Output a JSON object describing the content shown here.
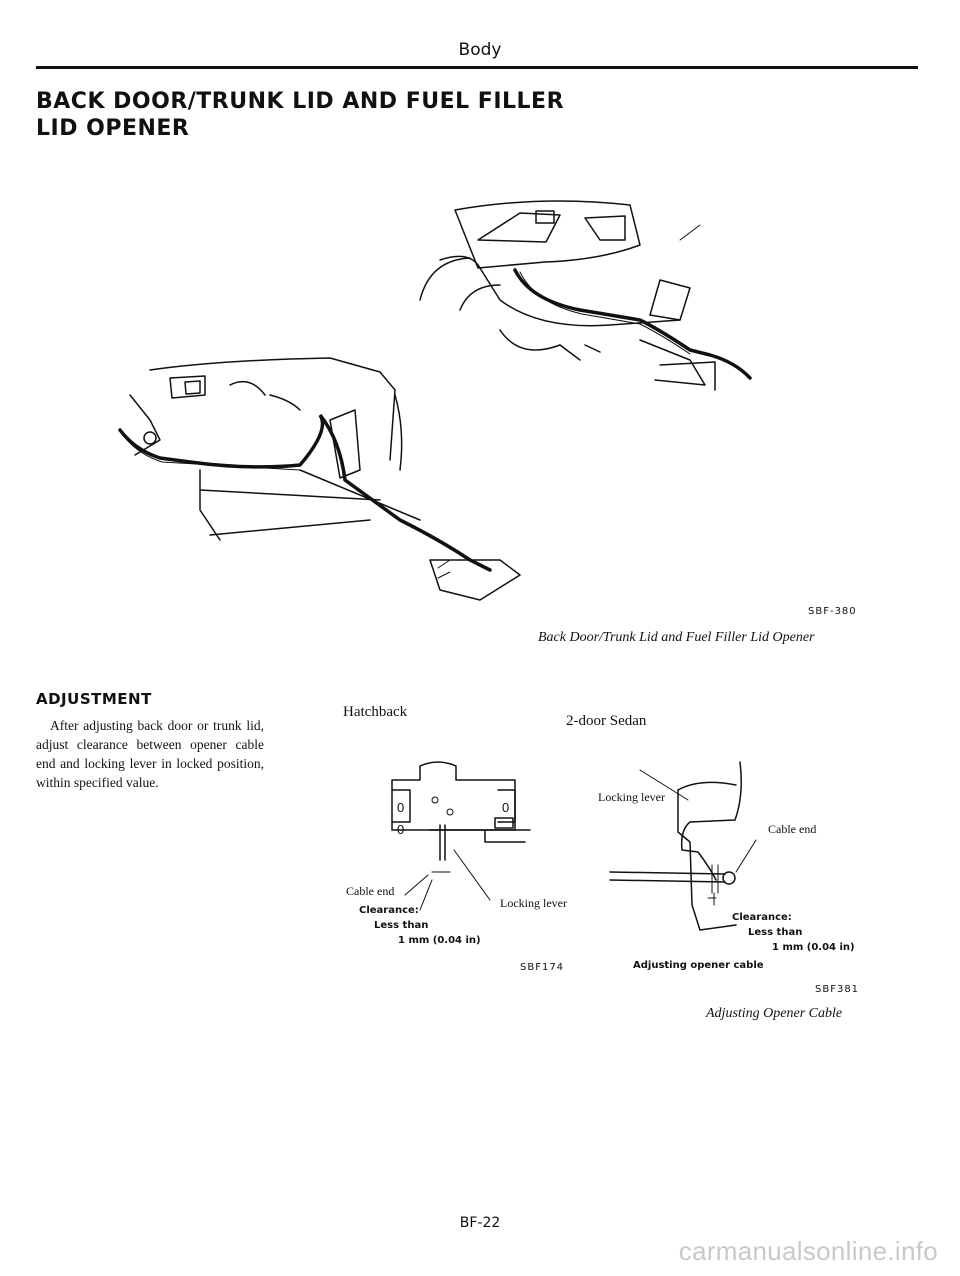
{
  "header": {
    "section": "Body"
  },
  "main": {
    "title_line1": "BACK DOOR/TRUNK LID AND FUEL FILLER",
    "title_line2": "LID OPENER"
  },
  "figure1": {
    "code": "SBF-380",
    "caption": "Back Door/Trunk Lid and Fuel Filler Lid Opener"
  },
  "adjustment": {
    "heading": "ADJUSTMENT",
    "text": "After adjusting back door or trunk lid, adjust clearance between opener cable end and locking lever in locked position, within specified value."
  },
  "hatchback": {
    "heading": "Hatchback",
    "cable_end": "Cable end",
    "locking_lever": "Locking lever",
    "clearance": "Clearance:",
    "less_than": "Less than",
    "value": "1 mm (0.04 in)",
    "code": "SBF174"
  },
  "sedan": {
    "heading": "2-door Sedan",
    "locking_lever": "Locking lever",
    "cable_end": "Cable end",
    "clearance": "Clearance:",
    "less_than": "Less than",
    "value": "1 mm (0.04 in)",
    "adjusting": "Adjusting opener cable",
    "code": "SBF381"
  },
  "figure2": {
    "caption": "Adjusting Opener Cable"
  },
  "footer": {
    "page_number": "BF-22",
    "watermark": "carmanualsonline.info"
  }
}
